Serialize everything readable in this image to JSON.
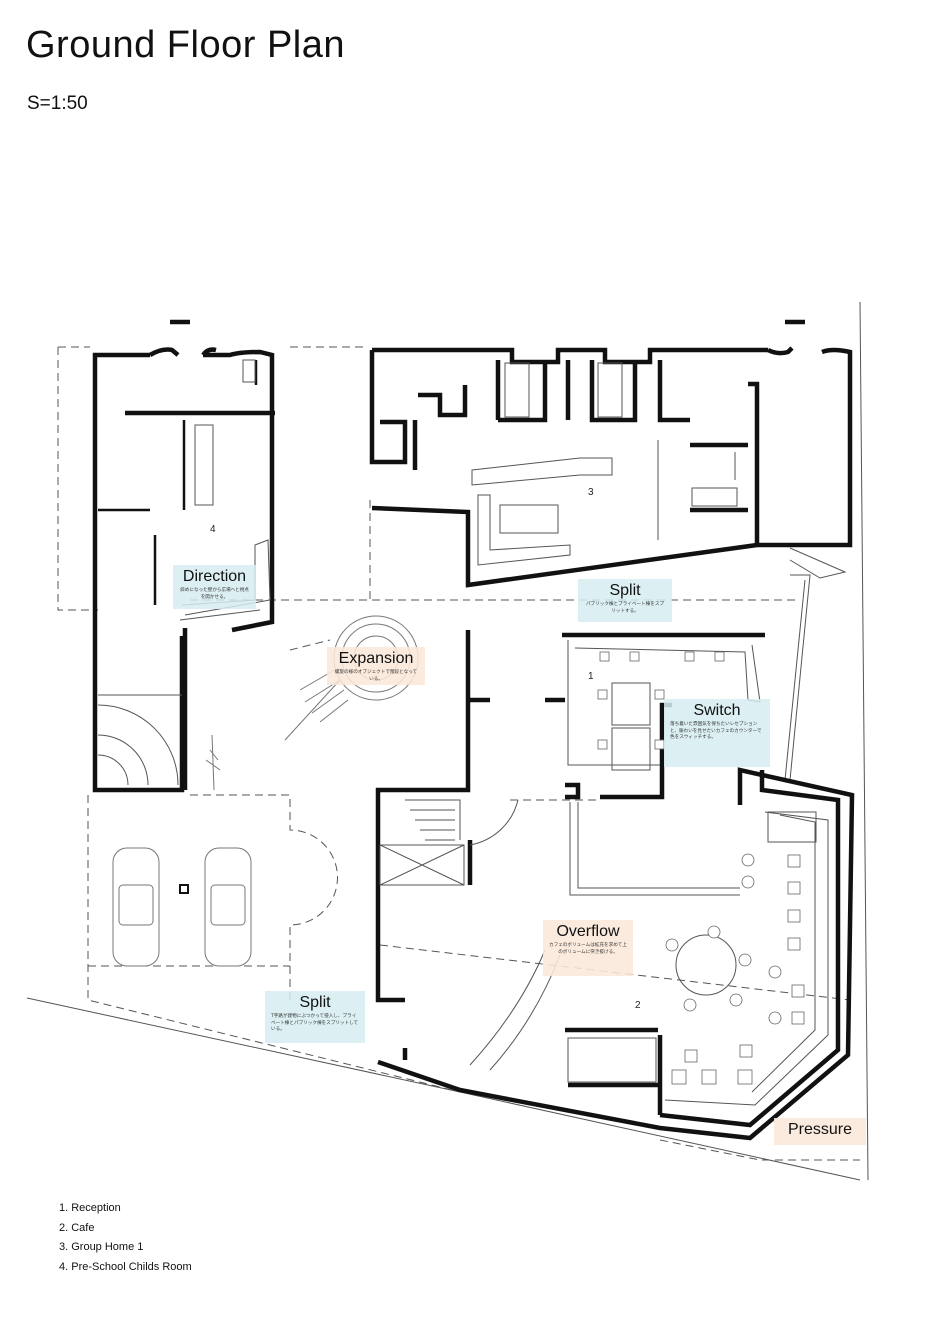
{
  "title": "Ground Floor Plan",
  "scale": "S=1:50",
  "rooms": [
    {
      "num": "1",
      "name": "Reception"
    },
    {
      "num": "2",
      "name": "Cafe"
    },
    {
      "num": "3",
      "name": "Group Home 1"
    },
    {
      "num": "4",
      "name": "Pre-School Childs Room"
    }
  ],
  "legend": [
    "1. Reception",
    "2. Cafe",
    "3. Group Home 1",
    "4. Pre-School Childs Room"
  ],
  "annotations": [
    {
      "id": "direction",
      "title": "Direction",
      "note": "斜めになった壁から広場へと視点を開かせる。",
      "color": "blue"
    },
    {
      "id": "split-top",
      "title": "Split",
      "note": "パブリック棟とプライベート棟をスプリットする。",
      "color": "blue"
    },
    {
      "id": "expansion",
      "title": "Expansion",
      "note": "螺旋の様のオブジェクトで階段となっている。",
      "color": "peach"
    },
    {
      "id": "switch",
      "title": "Switch",
      "note": "落ち着いた雰囲気を保ちたいレセプションと、賑わいを見せたいカフェのカウンターで色をスウィッチする。",
      "color": "blue"
    },
    {
      "id": "overflow",
      "title": "Overflow",
      "note": "カフェのボリュームは拡充を求めて上のボリュームに突き抜ける。",
      "color": "peach"
    },
    {
      "id": "split-bottom",
      "title": "Split",
      "note": "T字路が建物にぶつかって侵入し、プライベート棟とパブリック棟をスプリットしている。",
      "color": "blue"
    },
    {
      "id": "pressure",
      "title": "Pressure",
      "note": "",
      "color": "peach"
    }
  ],
  "colors": {
    "wall": "#111111",
    "thin_line": "#777777",
    "annotation_blue": "#d6ecf0",
    "annotation_peach": "#fbe8da"
  }
}
